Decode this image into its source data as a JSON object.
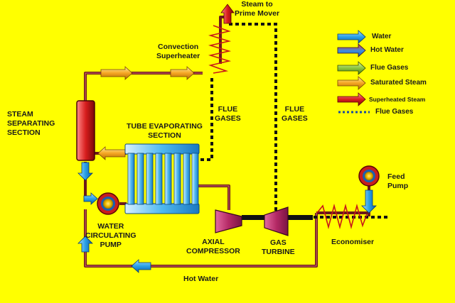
{
  "labels": {
    "steam_to_prime_mover": "Steam to\nPrime Mover",
    "convection_superheater": "Convection\nSuperheater",
    "steam_separating_section": "STEAM\nSEPARATING\nSECTION",
    "tube_evaporating_section": "TUBE EVAPORATING\nSECTION",
    "flue_gases_1": "FLUE\nGASES",
    "flue_gases_2": "FLUE\nGASES",
    "water_circulating_pump": "WATER\nCIRCULATING\nPUMP",
    "axial_compressor": "AXIAL\nCOMPRESSOR",
    "gas_turbine": "GAS\nTURBINE",
    "feed_pump": "Feed\nPump",
    "economiser": "Economiser",
    "hot_water": "Hot Water"
  },
  "legend": {
    "items": [
      {
        "label": "Water",
        "icon": "blue-arrow-icon"
      },
      {
        "label": "Hot Water",
        "icon": "red-blue-arrow-icon"
      },
      {
        "label": "Flue Gases",
        "icon": "green-arrow-icon"
      },
      {
        "label": "Saturated Steam",
        "icon": "orange-arrow-icon"
      },
      {
        "label": "Superheated Steam",
        "icon": "red-arrow-icon"
      },
      {
        "label": "Flue Gases",
        "icon": "dotted-line-icon"
      }
    ]
  },
  "colors": {
    "background": "#ffff00",
    "water": "#29a3e8",
    "hot_water_pipe": "#b8282a",
    "saturated_steam": "#f5a623",
    "superheated_steam": "#d81e1e",
    "flue_gases_arrow": "#8cc63f",
    "evaporator_tubes": "#4fb8f0",
    "turbine": "#c0306e",
    "dotted_line": "#111111"
  }
}
